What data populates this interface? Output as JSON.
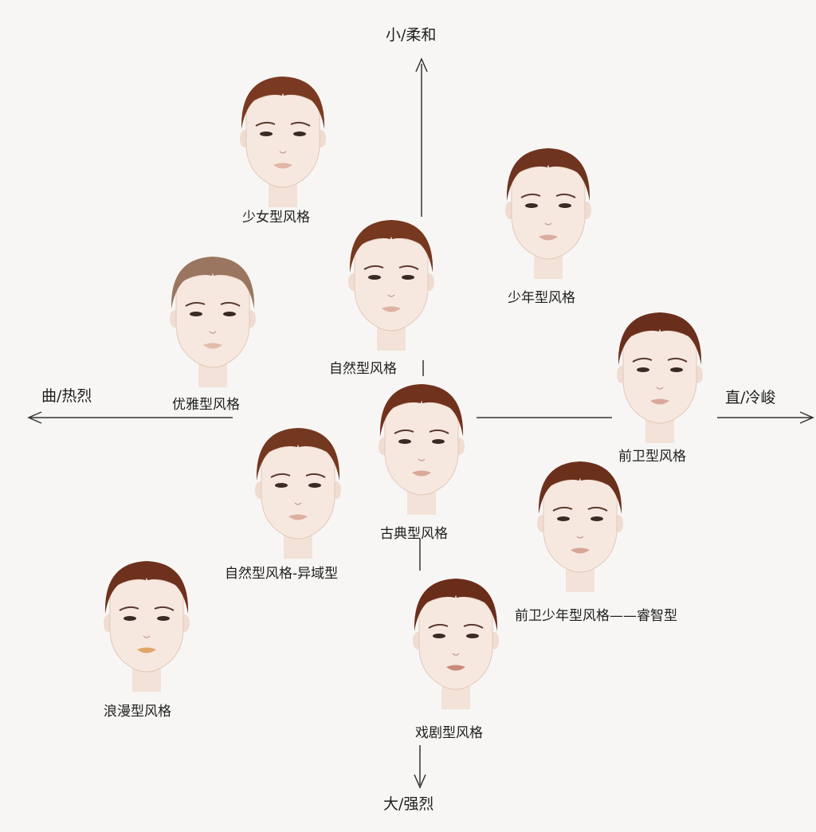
{
  "axes": {
    "top": "小/柔和",
    "bottom": "大/强烈",
    "left": "曲/热烈",
    "right": "直/冷峻"
  },
  "faces": [
    {
      "id": "shaonv",
      "label": "少女型风格",
      "hair_color": "#7a3a22",
      "lip_color": "#e0b6a4"
    },
    {
      "id": "shaonian",
      "label": "少年型风格",
      "hair_color": "#6e3420",
      "lip_color": "#dcaea0"
    },
    {
      "id": "ziran",
      "label": "自然型风格",
      "hair_color": "#76381f",
      "lip_color": "#deb2a2"
    },
    {
      "id": "youya",
      "label": "优雅型风格",
      "hair_color": "#9a7660",
      "lip_color": "#e2bcaa"
    },
    {
      "id": "gudian",
      "label": "古典型风格",
      "hair_color": "#70321d",
      "lip_color": "#d9a898"
    },
    {
      "id": "qianwei",
      "label": "前卫型风格",
      "hair_color": "#6a2f1c",
      "lip_color": "#d8a898"
    },
    {
      "id": "ziran-yiyu",
      "label": "自然型风格-异域型",
      "hair_color": "#74371f",
      "lip_color": "#dcb0a0"
    },
    {
      "id": "qianwei-shaonian",
      "label": "前卫少年型风格——睿智型",
      "hair_color": "#6b301c",
      "lip_color": "#d6a696"
    },
    {
      "id": "langman",
      "label": "浪漫型风格",
      "hair_color": "#6e311d",
      "lip_color": "#e0a66a"
    },
    {
      "id": "xiju",
      "label": "戏剧型风格",
      "hair_color": "#6a2d1a",
      "lip_color": "#c98a78"
    }
  ]
}
